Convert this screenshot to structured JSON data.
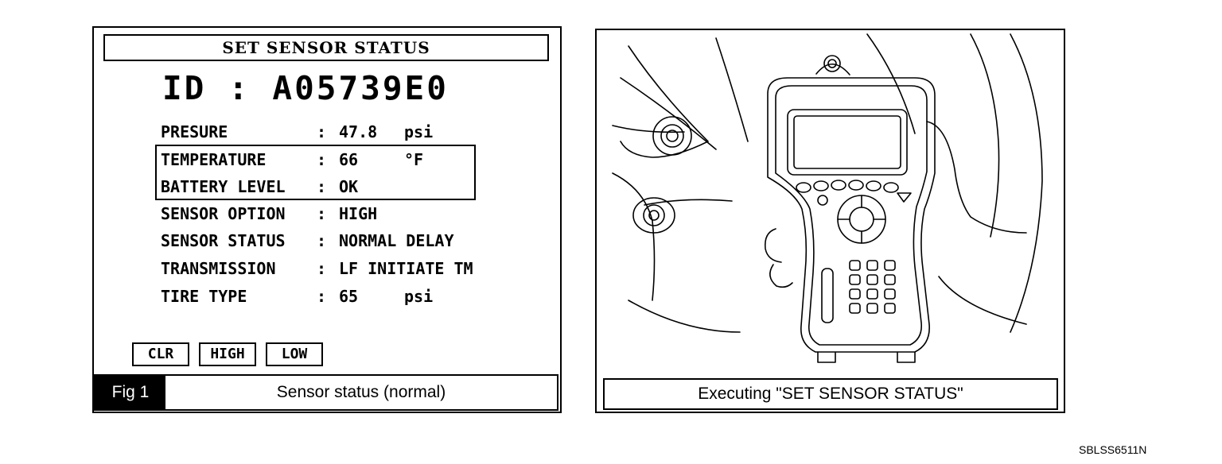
{
  "screen": {
    "title": "SET SENSOR STATUS",
    "id_line": "ID : A05739E0",
    "rows": [
      {
        "label": "PRESURE",
        "sep": ":",
        "value": "47.8",
        "unit": "psi"
      },
      {
        "label": "TEMPERATURE",
        "sep": ":",
        "value": "66",
        "unit": "°F"
      },
      {
        "label": "BATTERY LEVEL",
        "sep": ":",
        "value": "OK",
        "unit": ""
      },
      {
        "label": "SENSOR OPTION",
        "sep": ":",
        "value": "HIGH",
        "unit": ""
      },
      {
        "label": "SENSOR STATUS",
        "sep": ":",
        "value": "NORMAL DELAY",
        "unit": ""
      },
      {
        "label": "TRANSMISSION",
        "sep": ":",
        "value": "LF INITIATE TM",
        "unit": ""
      },
      {
        "label": "TIRE TYPE",
        "sep": ":",
        "value": "65",
        "unit": "psi"
      }
    ],
    "soft_keys": {
      "clr": "CLR",
      "high": "HIGH",
      "low": "LOW"
    }
  },
  "left_caption": {
    "fig": "Fig 1",
    "text": "Sensor status (normal)"
  },
  "right_caption": {
    "text": "Executing \"SET SENSOR STATUS\""
  },
  "doc_code": "SBLSS6511N",
  "icons": [
    "handheld-scan-tool-icon",
    "wheel-icon",
    "hand-icon"
  ]
}
